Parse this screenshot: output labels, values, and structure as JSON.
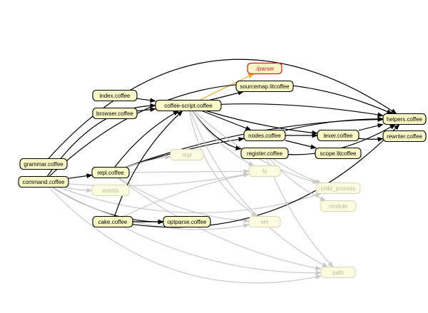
{
  "colors": {
    "node_fill": "#fbfbc7",
    "node_stroke": "#000000",
    "node_text": "#000000",
    "faded_fill": "#fbfbe0",
    "faded_stroke": "#d7d7b5",
    "faded_text": "#b8b8a0",
    "highlight_fill": "#fdf3c8",
    "highlight_stroke": "#e01b1b",
    "highlight_text": "#e01b1b",
    "edge_dark": "#000000",
    "edge_faded": "#c9c9c9",
    "edge_highlight": "#f2a81d"
  },
  "nodes": [
    {
      "id": "index",
      "label": "index.coffee",
      "style": "normal"
    },
    {
      "id": "browser",
      "label": "browser.coffee",
      "style": "normal"
    },
    {
      "id": "grammar",
      "label": "grammar.coffee",
      "style": "normal"
    },
    {
      "id": "command",
      "label": "command.coffee",
      "style": "normal"
    },
    {
      "id": "coffeescript",
      "label": "coffee-script.coffee",
      "style": "normal"
    },
    {
      "id": "parser",
      "label": "./parser",
      "style": "highlight"
    },
    {
      "id": "sourcemap",
      "label": "sourcemap.litcoffee",
      "style": "normal"
    },
    {
      "id": "repl",
      "label": "repl.coffee",
      "style": "normal"
    },
    {
      "id": "replmod",
      "label": "repl",
      "style": "faded"
    },
    {
      "id": "events",
      "label": "events",
      "style": "faded"
    },
    {
      "id": "cake",
      "label": "cake.coffee",
      "style": "normal"
    },
    {
      "id": "optparse",
      "label": "optparse.coffee",
      "style": "normal"
    },
    {
      "id": "nodes",
      "label": "nodes.coffee",
      "style": "normal"
    },
    {
      "id": "register",
      "label": "register.coffee",
      "style": "normal"
    },
    {
      "id": "fs",
      "label": "fs",
      "style": "faded"
    },
    {
      "id": "vm",
      "label": "vm",
      "style": "faded"
    },
    {
      "id": "lexer",
      "label": "lexer.coffee",
      "style": "normal"
    },
    {
      "id": "scope",
      "label": "scope.litcoffee",
      "style": "normal"
    },
    {
      "id": "child",
      "label": "child_process",
      "style": "faded"
    },
    {
      "id": "module",
      "label": "module",
      "style": "faded"
    },
    {
      "id": "path",
      "label": "path",
      "style": "faded"
    },
    {
      "id": "helpers",
      "label": "helpers.coffee",
      "style": "normal"
    },
    {
      "id": "rewriter",
      "label": "rewriter.coffee",
      "style": "normal"
    }
  ],
  "edges": [
    {
      "from": "coffeescript",
      "to": "parser",
      "style": "highlight"
    },
    {
      "from": "coffeescript",
      "to": "sourcemap",
      "style": "dark"
    },
    {
      "from": "index",
      "to": "coffeescript",
      "style": "dark"
    },
    {
      "from": "browser",
      "to": "coffeescript",
      "style": "dark"
    },
    {
      "from": "coffeescript",
      "to": "nodes",
      "style": "dark"
    },
    {
      "from": "coffeescript",
      "to": "lexer",
      "style": "dark"
    },
    {
      "from": "coffeescript",
      "to": "helpers",
      "style": "dark"
    },
    {
      "from": "coffeescript",
      "to": "register",
      "style": "dark"
    },
    {
      "from": "nodes",
      "to": "lexer",
      "style": "dark"
    },
    {
      "from": "nodes",
      "to": "scope",
      "style": "dark"
    },
    {
      "from": "nodes",
      "to": "helpers",
      "style": "dark"
    },
    {
      "from": "lexer",
      "to": "helpers",
      "style": "dark"
    },
    {
      "from": "lexer",
      "to": "rewriter",
      "style": "dark"
    },
    {
      "from": "register",
      "to": "helpers",
      "style": "dark"
    },
    {
      "from": "command",
      "to": "repl",
      "style": "dark"
    },
    {
      "from": "command",
      "to": "coffeescript",
      "style": "dark"
    },
    {
      "from": "command",
      "to": "helpers",
      "style": "dark"
    },
    {
      "from": "command",
      "to": "optparse",
      "style": "dark"
    },
    {
      "from": "command",
      "to": "events",
      "style": "faded"
    },
    {
      "from": "command",
      "to": "fs",
      "style": "faded"
    },
    {
      "from": "command",
      "to": "path",
      "style": "faded"
    },
    {
      "from": "command",
      "to": "child",
      "style": "faded"
    },
    {
      "from": "command",
      "to": "vm",
      "style": "faded"
    },
    {
      "from": "repl",
      "to": "coffeescript",
      "style": "dark"
    },
    {
      "from": "repl",
      "to": "nodes",
      "style": "dark"
    },
    {
      "from": "repl",
      "to": "helpers",
      "style": "dark"
    },
    {
      "from": "repl",
      "to": "replmod",
      "style": "faded"
    },
    {
      "from": "repl",
      "to": "fs",
      "style": "faded"
    },
    {
      "from": "repl",
      "to": "vm",
      "style": "faded"
    },
    {
      "from": "repl",
      "to": "path",
      "style": "faded"
    },
    {
      "from": "cake",
      "to": "optparse",
      "style": "dark"
    },
    {
      "from": "cake",
      "to": "coffeescript",
      "style": "dark"
    },
    {
      "from": "cake",
      "to": "helpers",
      "style": "dark"
    },
    {
      "from": "cake",
      "to": "fs",
      "style": "faded"
    },
    {
      "from": "cake",
      "to": "path",
      "style": "faded"
    },
    {
      "from": "grammar",
      "to": "helpers",
      "style": "dark"
    },
    {
      "from": "coffeescript",
      "to": "fs",
      "style": "faded"
    },
    {
      "from": "coffeescript",
      "to": "vm",
      "style": "faded"
    },
    {
      "from": "coffeescript",
      "to": "path",
      "style": "faded"
    },
    {
      "from": "coffeescript",
      "to": "child",
      "style": "faded"
    },
    {
      "from": "register",
      "to": "child",
      "style": "faded"
    },
    {
      "from": "register",
      "to": "path",
      "style": "faded"
    },
    {
      "from": "register",
      "to": "module",
      "style": "faded"
    }
  ]
}
